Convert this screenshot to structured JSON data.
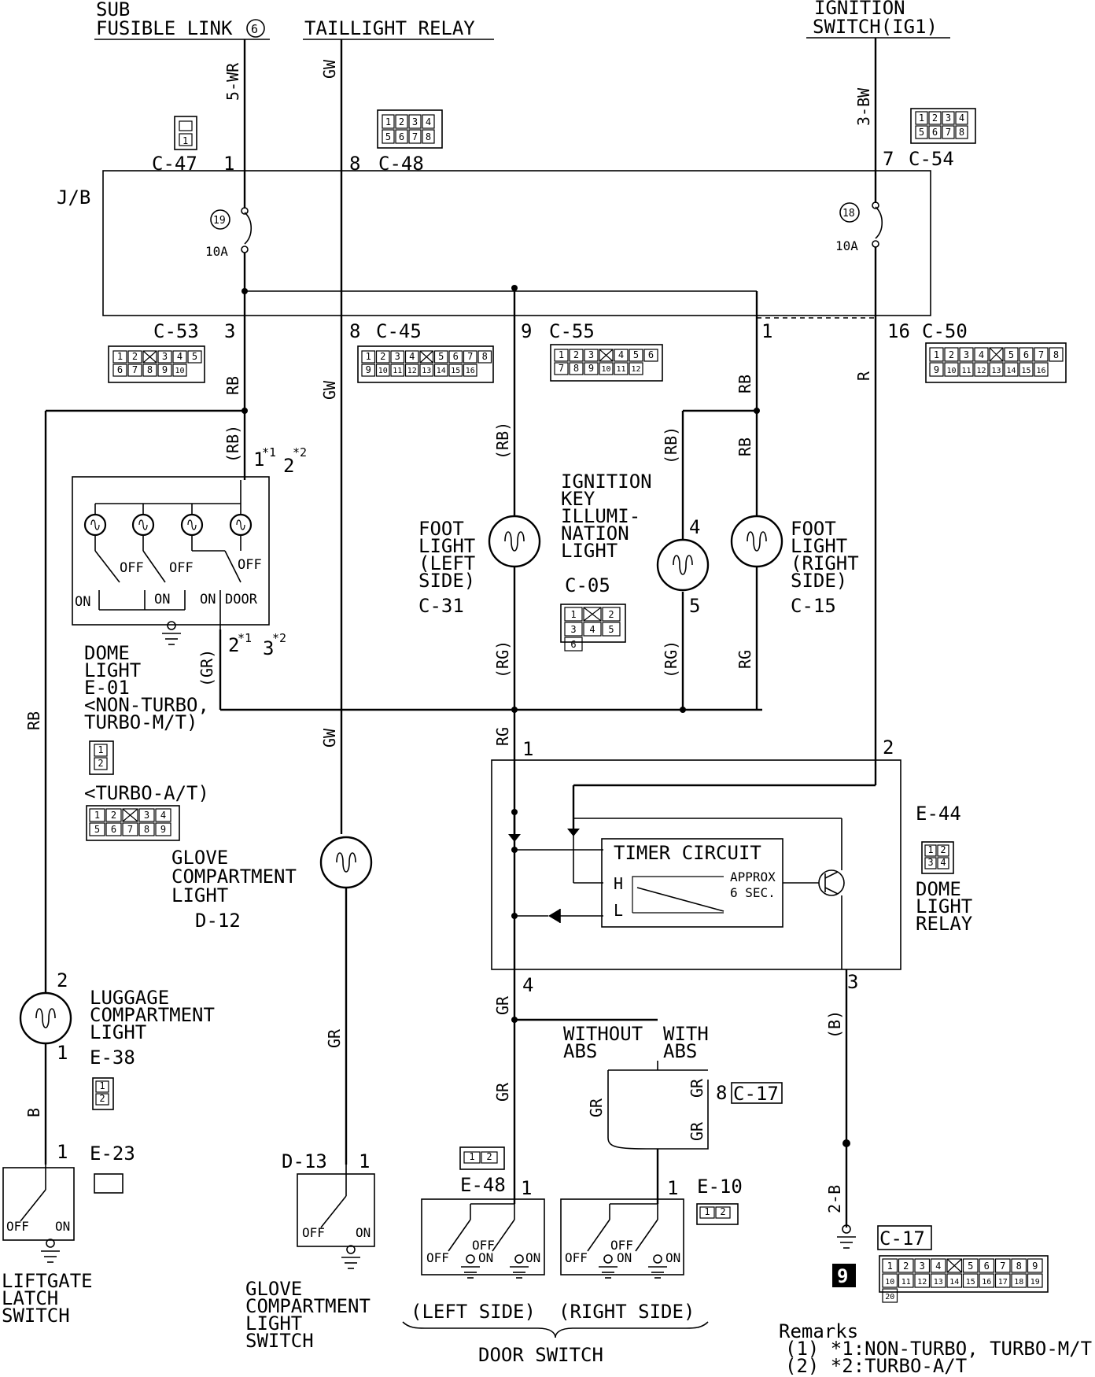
{
  "top_sources": {
    "sub_fusible_link": [
      "SUB",
      "FUSIBLE LINK"
    ],
    "sub_fusible_link_num": "6",
    "taillight_relay": "TAILLIGHT RELAY",
    "ignition_switch": [
      "IGNITION",
      "SWITCH(IG1)"
    ]
  },
  "wires": {
    "w_5wr": "5-WR",
    "w_gw_top": "GW",
    "w_3bw": "3-BW",
    "w_rb_c53": "RB",
    "w_gw_c45": "GW",
    "w_r_c50": "R",
    "w_rb_left": "RB",
    "w_rb_paren_dome": "(RB)",
    "w_gr_paren_dome": "(GR)",
    "w_rb_paren_foot_left": "(RB)",
    "w_rg_paren_foot_left": "(RG)",
    "w_rb_paren_ign": "(RB)",
    "w_rg_paren_ign": "(RG)",
    "w_rb_foot_right_top": "RB",
    "w_rb_foot_right": "RB",
    "w_rg_foot_right": "RG",
    "w_gw_glove": "GW",
    "w_rg_relay": "RG",
    "w_gr_relay_out": "GR",
    "w_gr_door": "GR",
    "w_gr_abs_left": "GR",
    "w_gr_abs_right1": "GR",
    "w_gr_abs_right2": "GR",
    "w_b_relay": "(B)",
    "w_2b": "2-B",
    "w_b_lift": "B",
    "w_gr_glove_sw": "GR"
  },
  "connectors": {
    "c47": "C-47",
    "c48": "C-48",
    "c54": "C-54",
    "c53": "C-53",
    "c45": "C-45",
    "c55": "C-55",
    "c50": "C-50",
    "c05": "C-05",
    "c31": "C-31",
    "c15": "C-15",
    "e44": "E-44",
    "e38": "E-38",
    "e23": "E-23",
    "d12": "D-12",
    "d13": "D-13",
    "e48": "E-48",
    "e10": "E-10",
    "c17": "C-17",
    "c17b": "C-17"
  },
  "pins": {
    "c47": "1",
    "c48": "8",
    "c54": "7",
    "c53": "3",
    "c45": "8",
    "c55": "9",
    "c50_1": "1",
    "c50_16": "16",
    "dome_1": "1",
    "dome_2": "2",
    "dome_2b": "2",
    "dome_3": "3",
    "ign_4": "4",
    "ign_5": "5",
    "relay_1": "1",
    "relay_2": "2",
    "relay_3": "3",
    "relay_4": "4",
    "lug_2": "2",
    "lug_1": "1",
    "e23_1": "1",
    "d13_1": "1",
    "e48_1": "1",
    "e10_1": "1",
    "c17_8": "8",
    "star1": "*1",
    "star2": "*2"
  },
  "jb": {
    "label": "J/B",
    "fuse19": "19",
    "fuse18": "18",
    "amp19": "10A",
    "amp18": "10A"
  },
  "components": {
    "dome_light": [
      "DOME",
      "LIGHT",
      "E-01",
      "<NON-TURBO,",
      "TURBO-M/T)"
    ],
    "turbo_at": "<TURBO-A/T)",
    "foot_left": [
      "FOOT",
      "LIGHT",
      "(LEFT",
      "SIDE)"
    ],
    "ign_key": [
      "IGNITION",
      "KEY",
      "ILLUMI-",
      "NATION",
      "LIGHT"
    ],
    "foot_right": [
      "FOOT",
      "LIGHT",
      "(RIGHT",
      "SIDE)"
    ],
    "glove_light": [
      "GLOVE",
      "COMPARTMENT",
      "LIGHT"
    ],
    "luggage": [
      "LUGGAGE",
      "COMPARTMENT",
      "LIGHT"
    ],
    "dome_relay": [
      "DOME",
      "LIGHT",
      "RELAY"
    ],
    "timer": "TIMER CIRCUIT",
    "timer_h": "H",
    "timer_l": "L",
    "approx": [
      "APPROX",
      "6 SEC."
    ],
    "liftgate": [
      "LIFTGATE",
      "LATCH",
      "SWITCH"
    ],
    "glove_switch": [
      "GLOVE",
      "COMPARTMENT",
      "LIGHT",
      "SWITCH"
    ],
    "without_abs": [
      "WITHOUT",
      "ABS"
    ],
    "with_abs": [
      "WITH",
      "ABS"
    ],
    "left_side": "(LEFT SIDE)",
    "right_side": "(RIGHT SIDE)",
    "door_switch": "DOOR SWITCH"
  },
  "switch_states": {
    "off": "OFF",
    "on": "ON",
    "door": "DOOR"
  },
  "ground_ref": "9",
  "remarks": {
    "title": "Remarks",
    "line1": "(1) *1:NON-TURBO, TURBO-M/T",
    "line2": "(2) *2:TURBO-A/T"
  },
  "pinouts": {
    "c47": [
      "1"
    ],
    "c48": [
      "1",
      "2",
      "3",
      "4",
      "5",
      "6",
      "7",
      "8"
    ],
    "c54": [
      "1",
      "2",
      "3",
      "4",
      "5",
      "6",
      "7",
      "8"
    ],
    "c53": [
      "1",
      "2",
      "",
      "3",
      "4",
      "5",
      "6",
      "7",
      "8",
      "9",
      "10"
    ],
    "c45": [
      "1",
      "2",
      "3",
      "4",
      "",
      "5",
      "6",
      "7",
      "8",
      "9",
      "10",
      "11",
      "12",
      "13",
      "14",
      "15",
      "16"
    ],
    "c55": [
      "1",
      "2",
      "3",
      "",
      "4",
      "5",
      "6",
      "7",
      "8",
      "9",
      "10",
      "11",
      "12"
    ],
    "c50": [
      "1",
      "2",
      "3",
      "4",
      "",
      "5",
      "6",
      "7",
      "8",
      "9",
      "10",
      "11",
      "12",
      "13",
      "14",
      "15",
      "16"
    ],
    "c05": [
      "1",
      "",
      "2",
      "3",
      "4",
      "5",
      "6"
    ],
    "e01": [
      "1",
      "2"
    ],
    "e01_at": [
      "1",
      "2",
      "",
      "3",
      "4",
      "5",
      "6",
      "7",
      "8",
      "9"
    ],
    "e44": [
      "1",
      "2",
      "3",
      "4"
    ],
    "e38": [
      "1",
      "2"
    ],
    "e48": [
      "1",
      "2"
    ],
    "e10": [
      "1",
      "2"
    ],
    "c17": [
      "1",
      "2",
      "3",
      "4",
      "",
      "5",
      "6",
      "7",
      "8",
      "9",
      "10",
      "11",
      "12",
      "13",
      "14",
      "15",
      "16",
      "17",
      "18",
      "19",
      "20"
    ]
  }
}
